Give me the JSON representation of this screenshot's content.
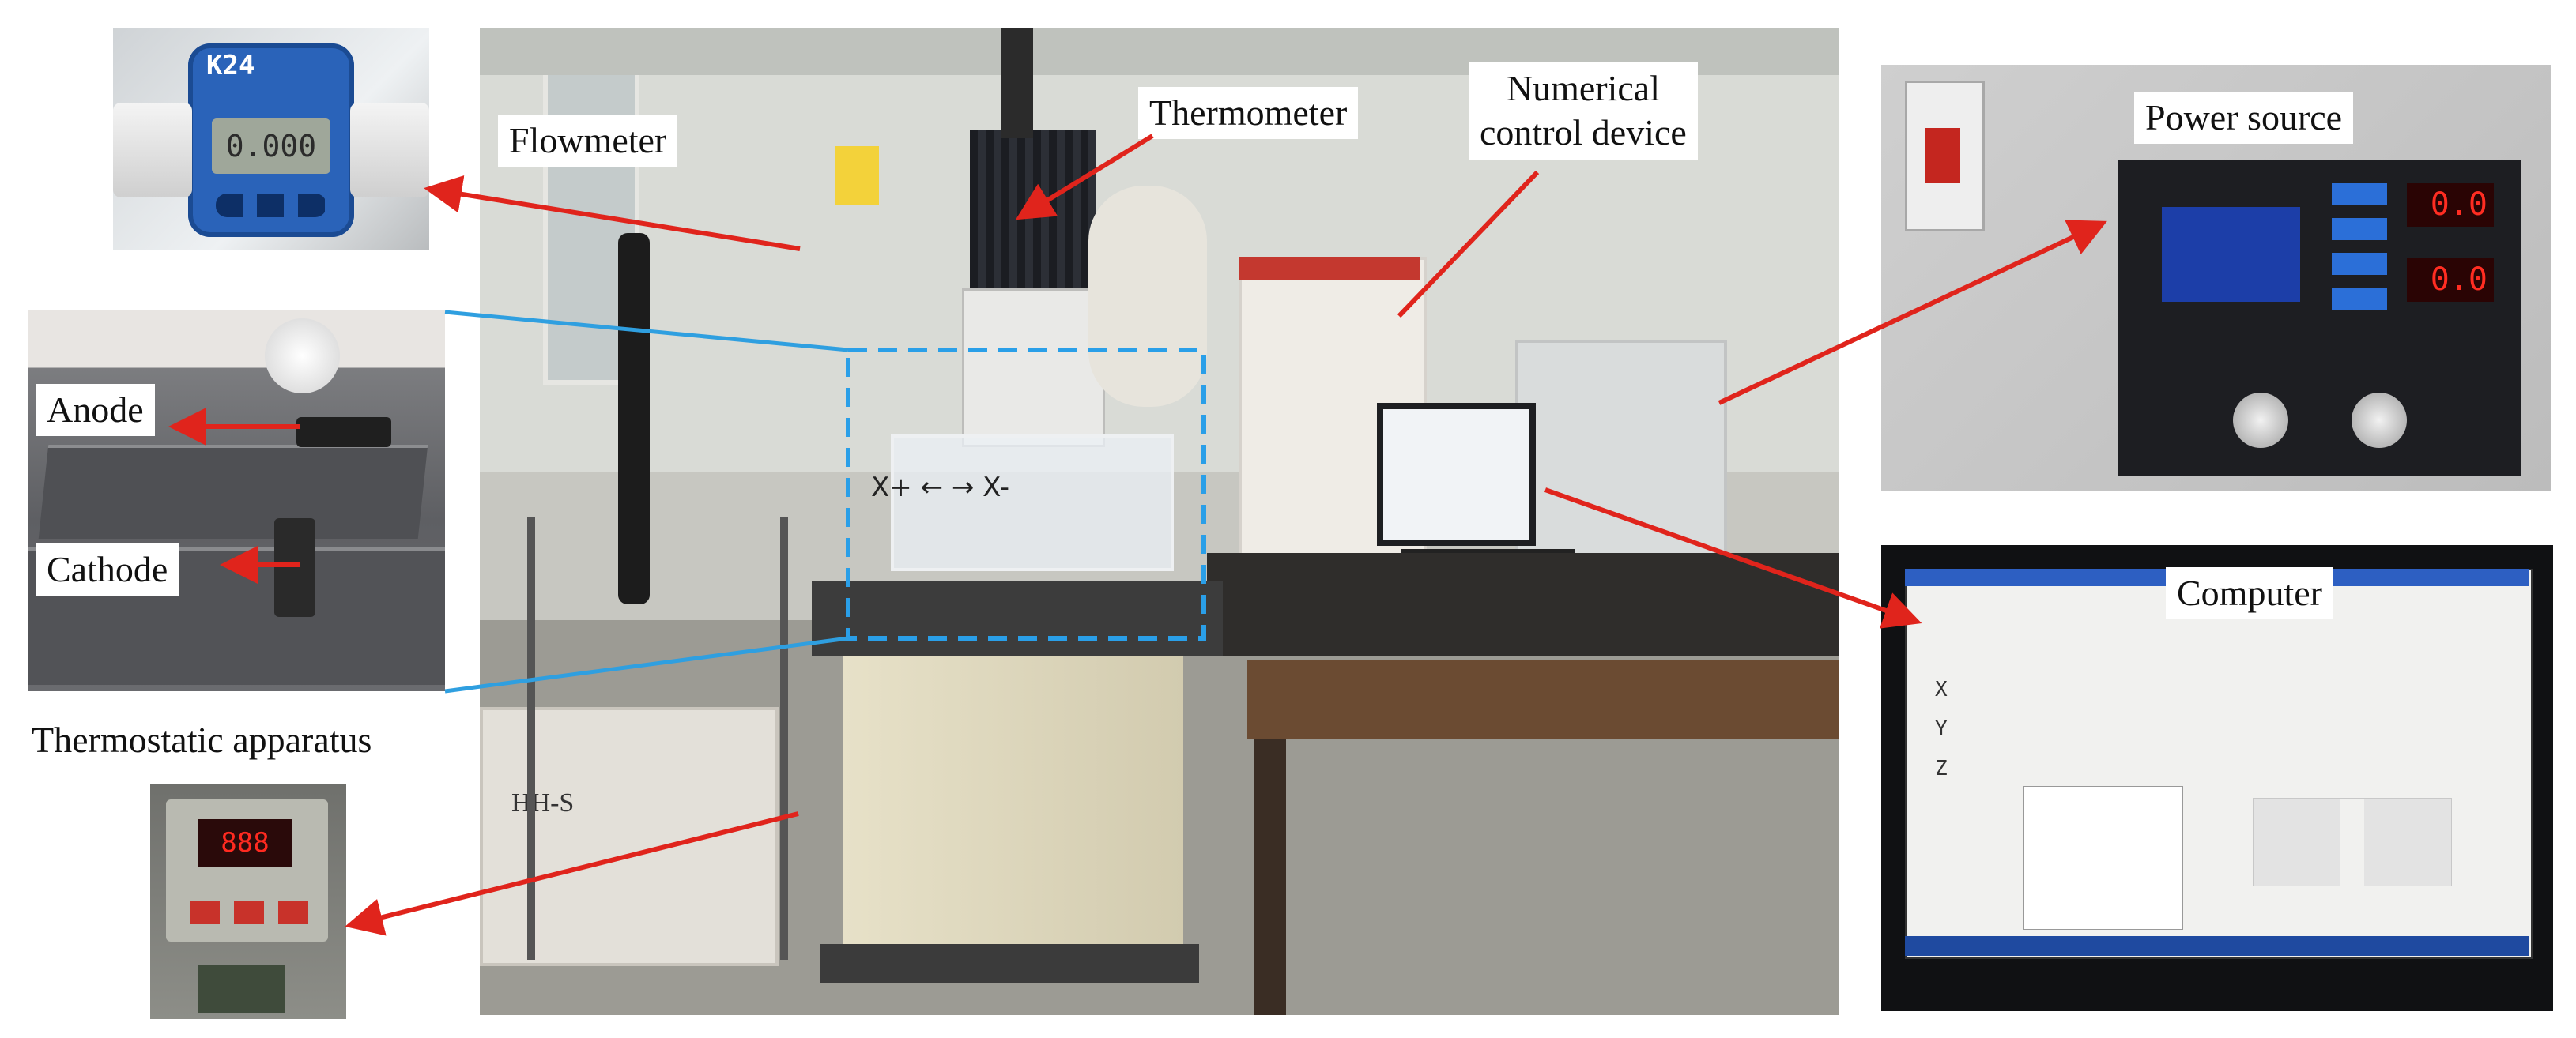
{
  "labels": {
    "flowmeter": "Flowmeter",
    "thermometer": "Thermometer",
    "numerical_control_line1": "Numerical",
    "numerical_control_line2": "control device",
    "power_source": "Power source",
    "anode": "Anode",
    "cathode": "Cathode",
    "thermostatic_apparatus": "Thermostatic apparatus",
    "computer": "Computer"
  },
  "device_text": {
    "flowmeter_model": "K24",
    "flowmeter_reading": "0.000",
    "power_display_left": "0.0",
    "power_display_right": "0.0",
    "bath_model": "HH-S",
    "xy_marking": "X+ ←   → X-",
    "software_axes": [
      "X",
      "Y",
      "Z"
    ]
  },
  "colors": {
    "pointer_red": "#e0241c",
    "pointer_blue": "#2f9fe0",
    "dashed_box": "#2a9fe8"
  }
}
